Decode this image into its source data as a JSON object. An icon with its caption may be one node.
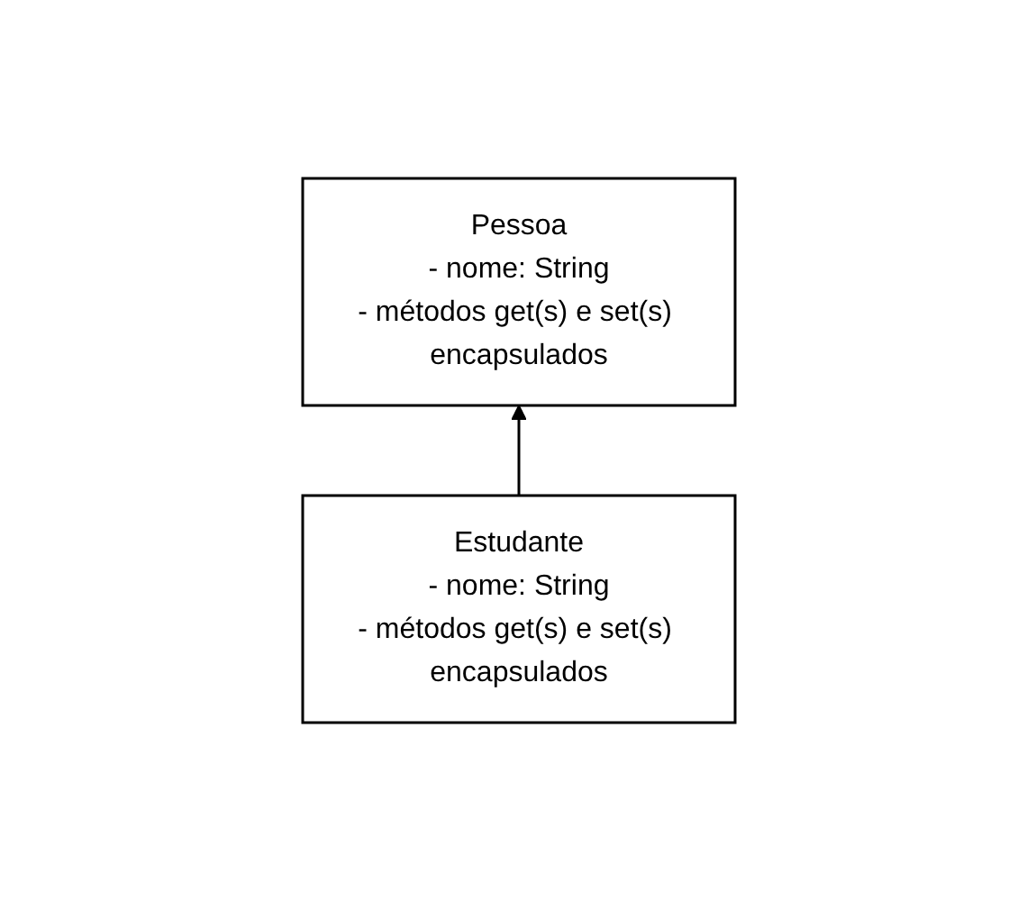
{
  "diagram": {
    "nodes": [
      {
        "text": [
          "Pessoa",
          "- nome: String",
          "- métodos get(s) e set(s) encapsulados"
        ]
      },
      {
        "text": [
          "Estudante",
          "- nome: String",
          "- métodos get(s) e set(s) encapsulados"
        ]
      }
    ],
    "edges": [
      {
        "from": 1,
        "to": 0,
        "arrow": "to"
      }
    ]
  }
}
